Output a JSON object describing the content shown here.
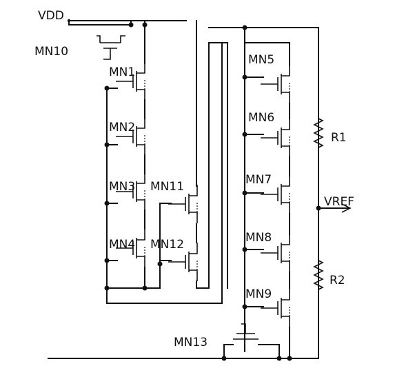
{
  "labels": {
    "vdd": "VDD",
    "vref": "VREF",
    "mn1": "MN1",
    "mn2": "MN2",
    "mn3": "MN3",
    "mn4": "MN4",
    "mn5": "MN5",
    "mn6": "MN6",
    "mn7": "MN7",
    "mn8": "MN8",
    "mn9": "MN9",
    "mn10": "MN10",
    "mn11": "MN11",
    "mn12": "MN12",
    "mn13": "MN13",
    "r1": "R1",
    "r2": "R2"
  }
}
